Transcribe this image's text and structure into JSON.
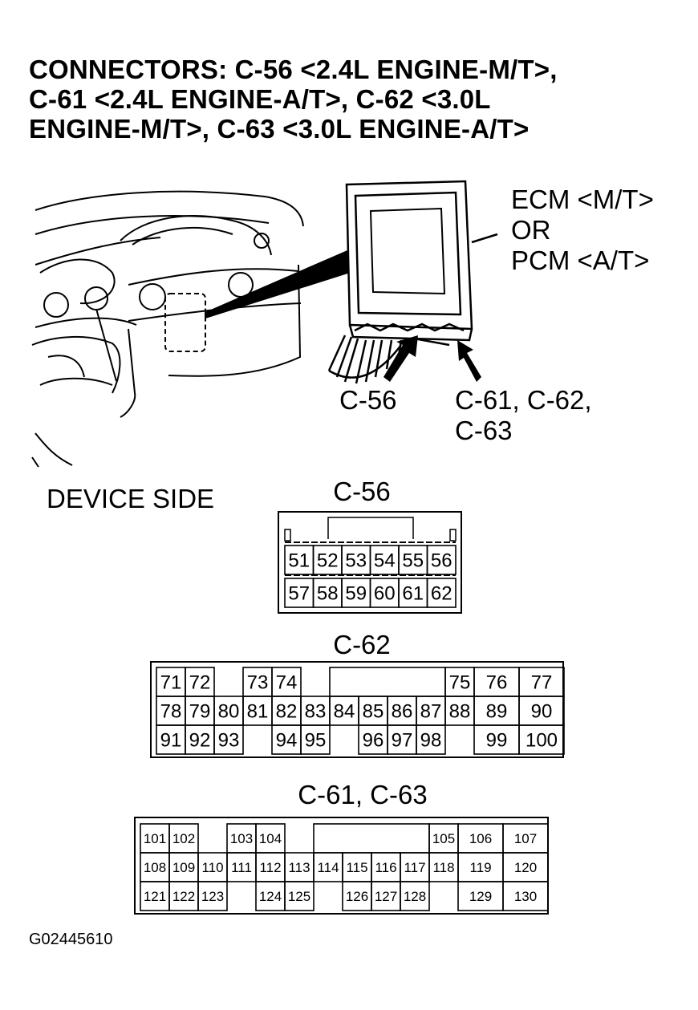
{
  "title_lines": [
    "CONNECTORS: C-56 <2.4L ENGINE-M/T>,",
    "C-61 <2.4L ENGINE-A/T>, C-62 <3.0L",
    "ENGINE-M/T>, C-63 <3.0L ENGINE-A/T>"
  ],
  "callouts": {
    "module_lines": [
      "ECM <M/T>",
      "OR",
      "PCM <A/T>"
    ],
    "c56": "C-56",
    "c61_lines": [
      "C-61, C-62,",
      "C-63"
    ]
  },
  "device_side": "DEVICE SIDE",
  "connectors": {
    "c56": {
      "title": "C-56",
      "rows": [
        [
          "51",
          "52",
          "53",
          "54",
          "55",
          "56"
        ],
        [
          "57",
          "58",
          "59",
          "60",
          "61",
          "62"
        ]
      ]
    },
    "c62": {
      "title": "C-62",
      "row1": [
        "71",
        "72",
        "",
        "73",
        "74",
        "",
        "",
        "",
        "",
        "",
        "75",
        "76",
        "77"
      ],
      "row2": [
        "78",
        "79",
        "80",
        "81",
        "82",
        "83",
        "84",
        "85",
        "86",
        "87",
        "88",
        "89",
        "90"
      ],
      "row3": [
        "91",
        "92",
        "93",
        "",
        "94",
        "95",
        "",
        "96",
        "97",
        "98",
        "",
        "99",
        "100"
      ]
    },
    "c61_c63": {
      "title": "C-61, C-63",
      "row1": [
        "101",
        "102",
        "",
        "103",
        "104",
        "",
        "",
        "",
        "",
        "",
        "105",
        "106",
        "107"
      ],
      "row2": [
        "108",
        "109",
        "110",
        "111",
        "112",
        "113",
        "114",
        "115",
        "116",
        "117",
        "118",
        "119",
        "120"
      ],
      "row3": [
        "121",
        "122",
        "123",
        "",
        "124",
        "125",
        "",
        "126",
        "127",
        "128",
        "",
        "129",
        "130"
      ]
    }
  },
  "figure_id": "G02445610"
}
